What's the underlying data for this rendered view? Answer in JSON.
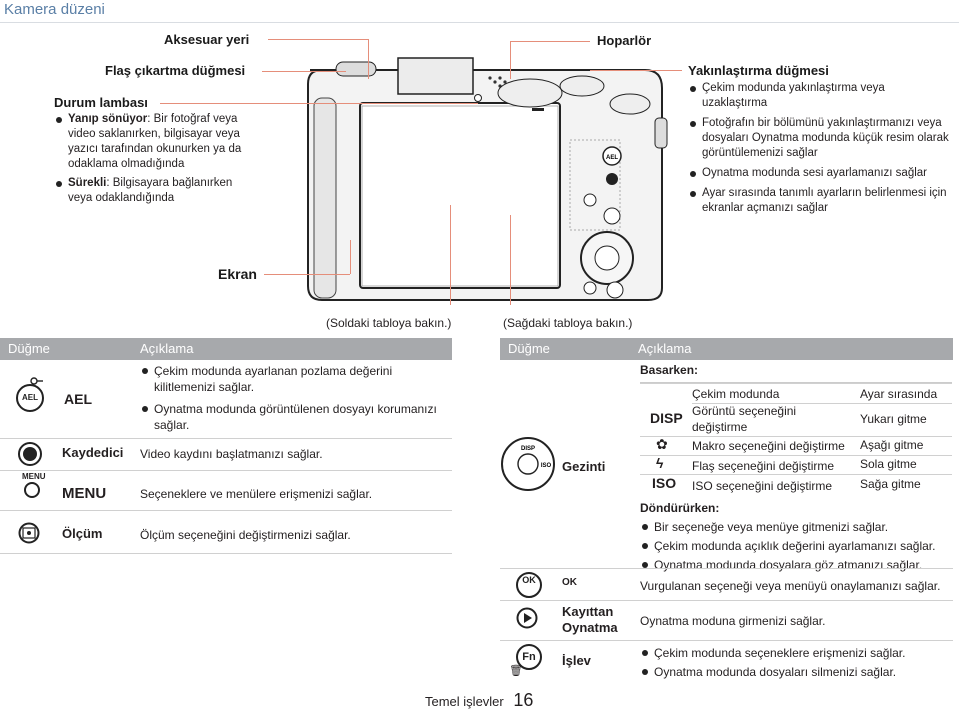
{
  "header": {
    "title": "Kamera düzeni"
  },
  "labels": {
    "accessory": "Aksesuar yeri",
    "speaker": "Hoparlör",
    "flash_button": "Flaş çıkartma düğmesi",
    "status_lamp": {
      "title": "Durum lambası",
      "bullets": [
        {
          "key": "Yanıp sönüyor",
          "text": ": Bir fotoğraf veya video saklanırken, bilgisayar veya yazıcı tarafından okunurken ya da odaklama olmadığında"
        },
        {
          "key": "Sürekli",
          "text": ": Bilgisayara bağlanırken veya odaklandığında"
        }
      ]
    },
    "zoom": {
      "title": "Yakınlaştırma düğmesi",
      "bullets": [
        "Çekim modunda yakınlaştırma veya uzaklaştırma",
        "Fotoğrafın bir bölümünü yakınlaştırmanızı veya dosyaları Oynatma modunda küçük resim olarak görüntülemenizi sağlar",
        "Oynatma modunda sesi ayarlamanızı sağlar",
        "Ayar sırasında tanımlı ayarların belirlenmesi için ekranlar açmanızı sağlar"
      ]
    },
    "screen": "Ekran",
    "left_note": "(Soldaki tabloya bakın.)",
    "right_note": "(Sağdaki tabloya bakın.)"
  },
  "camera_icons": {
    "aelmark": "AEL",
    "menu": "MENU",
    "disp": "DISP",
    "iso": "ISO",
    "ok": "OK",
    "fn": "Fn"
  },
  "left_table": {
    "headers": [
      "Düğme",
      "Açıklama"
    ],
    "rows": [
      {
        "icon": "AEL",
        "name": "AEL",
        "bullets": [
          "Çekim modunda ayarlanan pozlama değerini kilitlemenizi sağlar.",
          "Oynatma modunda görüntülenen dosyayı korumanızı sağlar."
        ]
      },
      {
        "icon": "record-icon",
        "name": "Kaydedici",
        "text": "Video kaydını başlatmanızı sağlar."
      },
      {
        "icon": "MENU",
        "name": "MENU",
        "text": "Seçeneklere ve menülere erişmenizi sağlar."
      },
      {
        "icon": "metering-icon",
        "name": "Ölçüm",
        "text": "Ölçüm seçeneğini değiştirmenizi sağlar."
      }
    ]
  },
  "right_table": {
    "headers": [
      "Düğme",
      "Açıklama"
    ],
    "gezinti": {
      "name": "Gezinti",
      "basarken": "Basarken",
      "inner_header": [
        "Çekim modunda",
        "Ayar sırasında"
      ],
      "inner_rows": [
        {
          "icon": "DISP",
          "mode": "Görüntü seçeneğini değiştirme",
          "setting": "Yukarı gitme"
        },
        {
          "icon": "macro-icon",
          "mode": "Makro seçeneğini değiştirme",
          "setting": "Aşağı gitme"
        },
        {
          "icon": "flash-icon",
          "mode": "Flaş seçeneğini değiştirme",
          "setting": "Sola gitme"
        },
        {
          "icon": "ISO",
          "mode": "ISO seçeneğini değiştirme",
          "setting": "Sağa gitme"
        }
      ],
      "dondururken": "Döndürürken",
      "dondururken_bullets": [
        "Bir seçeneğe veya menüye gitmenizi sağlar.",
        "Çekim modunda açıklık değerini ayarlamanızı sağlar.",
        "Oynatma modunda dosyalara göz atmanızı sağlar."
      ]
    },
    "ok_row": {
      "text": "Vurgulanan seçeneği veya menüyü onaylamanızı sağlar."
    },
    "play_row": {
      "name": "Kayıttan Oynatma",
      "text": "Oynatma moduna girmenizi sağlar."
    },
    "fn_row": {
      "name": "İşlev",
      "bullets": [
        "Çekim modunda seçeneklere erişmenizi sağlar.",
        "Oynatma modunda dosyaları silmenizi sağlar."
      ]
    }
  },
  "footer": {
    "text": "Temel işlevler",
    "page": "16"
  },
  "colors": {
    "title": "#5a7fa6",
    "leader": "#e58e7a",
    "table_header": "#a7a9ac"
  }
}
